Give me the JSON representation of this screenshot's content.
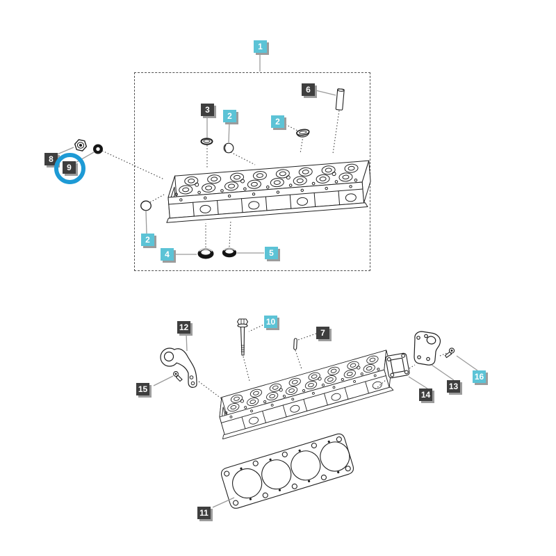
{
  "diagram": {
    "type": "exploded-parts-diagram",
    "subject": "cylinder-head-assembly",
    "assembly_box_label": "1",
    "highlighted_part": "9",
    "labels": {
      "part1": "1",
      "part2a": "2",
      "part2b": "2",
      "part2c": "2",
      "part3": "3",
      "part4": "4",
      "part5": "5",
      "part6": "6",
      "part7": "7",
      "part8": "8",
      "part9": "9",
      "part10": "10",
      "part11": "11",
      "part12": "12",
      "part13": "13",
      "part14": "14",
      "part15": "15",
      "part16": "16"
    },
    "colors": {
      "dark_label_bg": "#3e3e3e",
      "cyan_label_bg": "#5cc3d6",
      "label_text": "#ffffff",
      "label_shadow": "#9c9c9c",
      "highlight_ring": "#1d9ad5",
      "line_art": "#1f1f1f",
      "leader_line": "#9a9a9a",
      "dashed_box_border": "#4f4f4f"
    }
  }
}
